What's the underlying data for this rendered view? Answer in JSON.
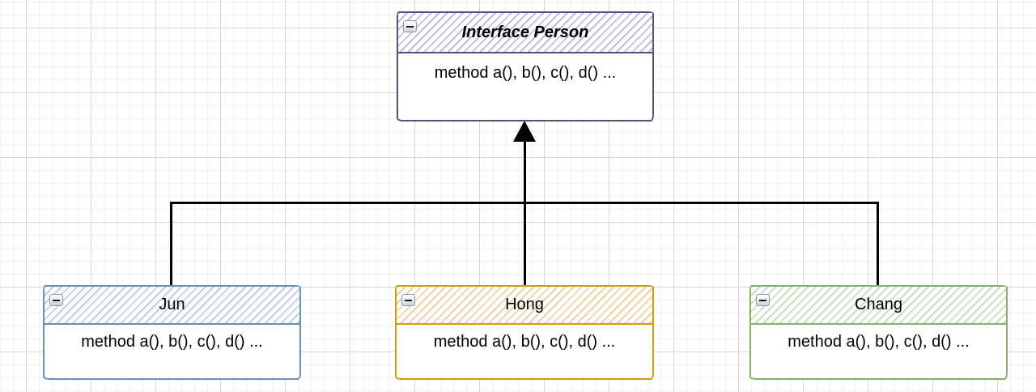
{
  "canvas": {
    "background": "#ffffff",
    "grid_minor_color": "#f0f0f0",
    "grid_major_color": "#d7d7d7"
  },
  "interface_node": {
    "title": "Interface Person",
    "body": "method a(), b(), c(), d() ...",
    "border_color": "#56517e",
    "hatch_color": "#b7b2d8",
    "collapse_icon": "minus-icon"
  },
  "class_nodes": [
    {
      "title": "Jun",
      "body": "method a(), b(), c(), d() ...",
      "border_color": "#6c8ebf",
      "hatch_color": "#b3c9ec",
      "collapse_icon": "minus-icon"
    },
    {
      "title": "Hong",
      "body": "method a(), b(), c(), d() ...",
      "border_color": "#d79b00",
      "hatch_color": "#f1cb8f",
      "collapse_icon": "minus-icon"
    },
    {
      "title": "Chang",
      "body": "method a(), b(), c(), d() ...",
      "border_color": "#82b366",
      "hatch_color": "#c2dcb2",
      "collapse_icon": "minus-icon"
    }
  ],
  "connectors": {
    "color": "#000000",
    "arrowhead": "filled-triangle-up"
  }
}
